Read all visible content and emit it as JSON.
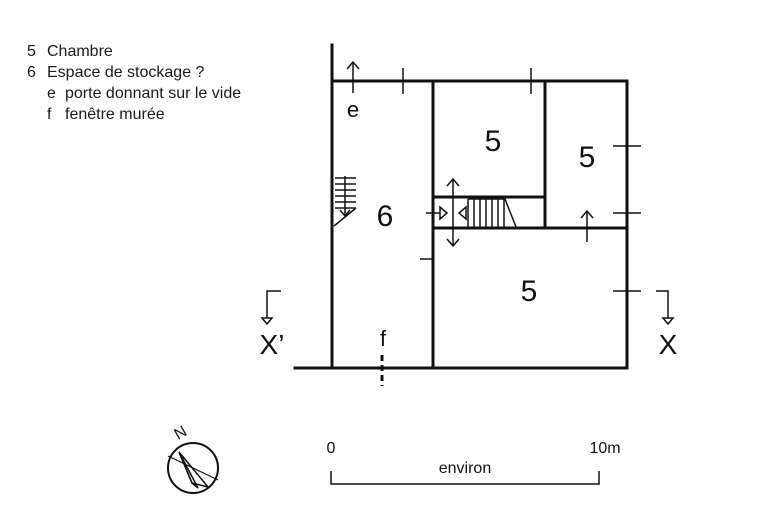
{
  "legend": [
    {
      "key": "5",
      "label": "Chambre"
    },
    {
      "key": "6",
      "label": "Espace de stockage ?"
    },
    {
      "key": "e",
      "label": "porte donnant sur le vide"
    },
    {
      "key": "f",
      "label": "fenêtre murée"
    }
  ],
  "rooms": {
    "left": "6",
    "top_middle": "5",
    "top_right": "5",
    "bottom_right": "5"
  },
  "markers": {
    "door_void": "e",
    "walled_window": "f"
  },
  "section": {
    "left": "X’",
    "right": "X"
  },
  "north": "N",
  "scale": {
    "start": "0",
    "end": "10m",
    "caption": "environ"
  },
  "colors": {
    "ink": "#111111",
    "background": "#ffffff"
  }
}
